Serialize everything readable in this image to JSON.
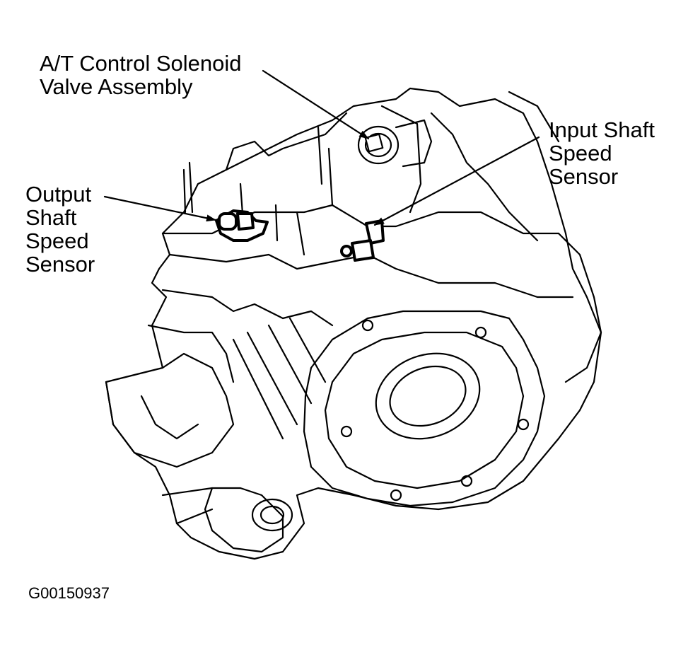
{
  "labels": {
    "solenoid": [
      "A/T Control Solenoid",
      "Valve Assembly"
    ],
    "input_sensor": [
      "Input Shaft",
      "Speed",
      "Sensor"
    ],
    "output_sensor": [
      "Output",
      "Shaft",
      "Speed",
      "Sensor"
    ]
  },
  "figure_id": "G00150937"
}
